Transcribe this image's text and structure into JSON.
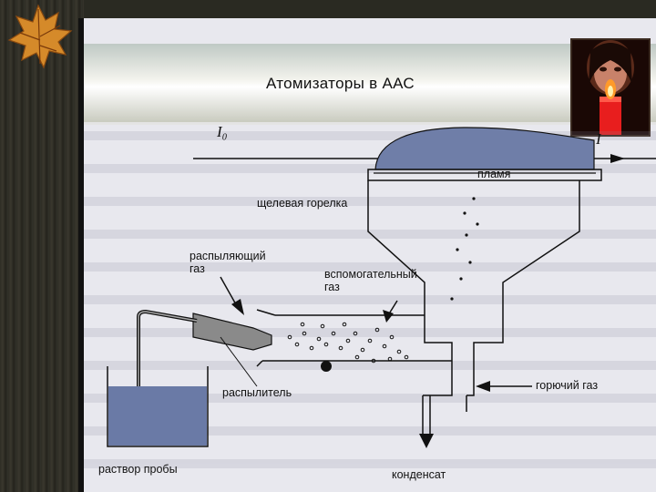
{
  "slide": {
    "title": "Атомизаторы в ААС"
  },
  "diagram": {
    "labels": {
      "i0": "I₀",
      "i": "I",
      "flame": "пламя",
      "slot_burner": "щелевая горелка",
      "spray_gas": "распыляющий\nгаз",
      "aux_gas": "вспомогательный\nгаз",
      "nebulizer": "распылитель",
      "fuel_gas": "горючий газ",
      "sample_solution": "раствор пробы",
      "condensate": "конденсат"
    }
  },
  "colors": {
    "background_stripe": "#2e2d25",
    "solution_fill": "#6a7aa6",
    "flame_fill": "#6f7ea8",
    "candle_flame": "#ff9a2a",
    "candle_body": "#e81e1e"
  },
  "icons": {
    "corner_decoration": "autumn-leaf-icon",
    "photo": "candle-portrait-icon"
  }
}
